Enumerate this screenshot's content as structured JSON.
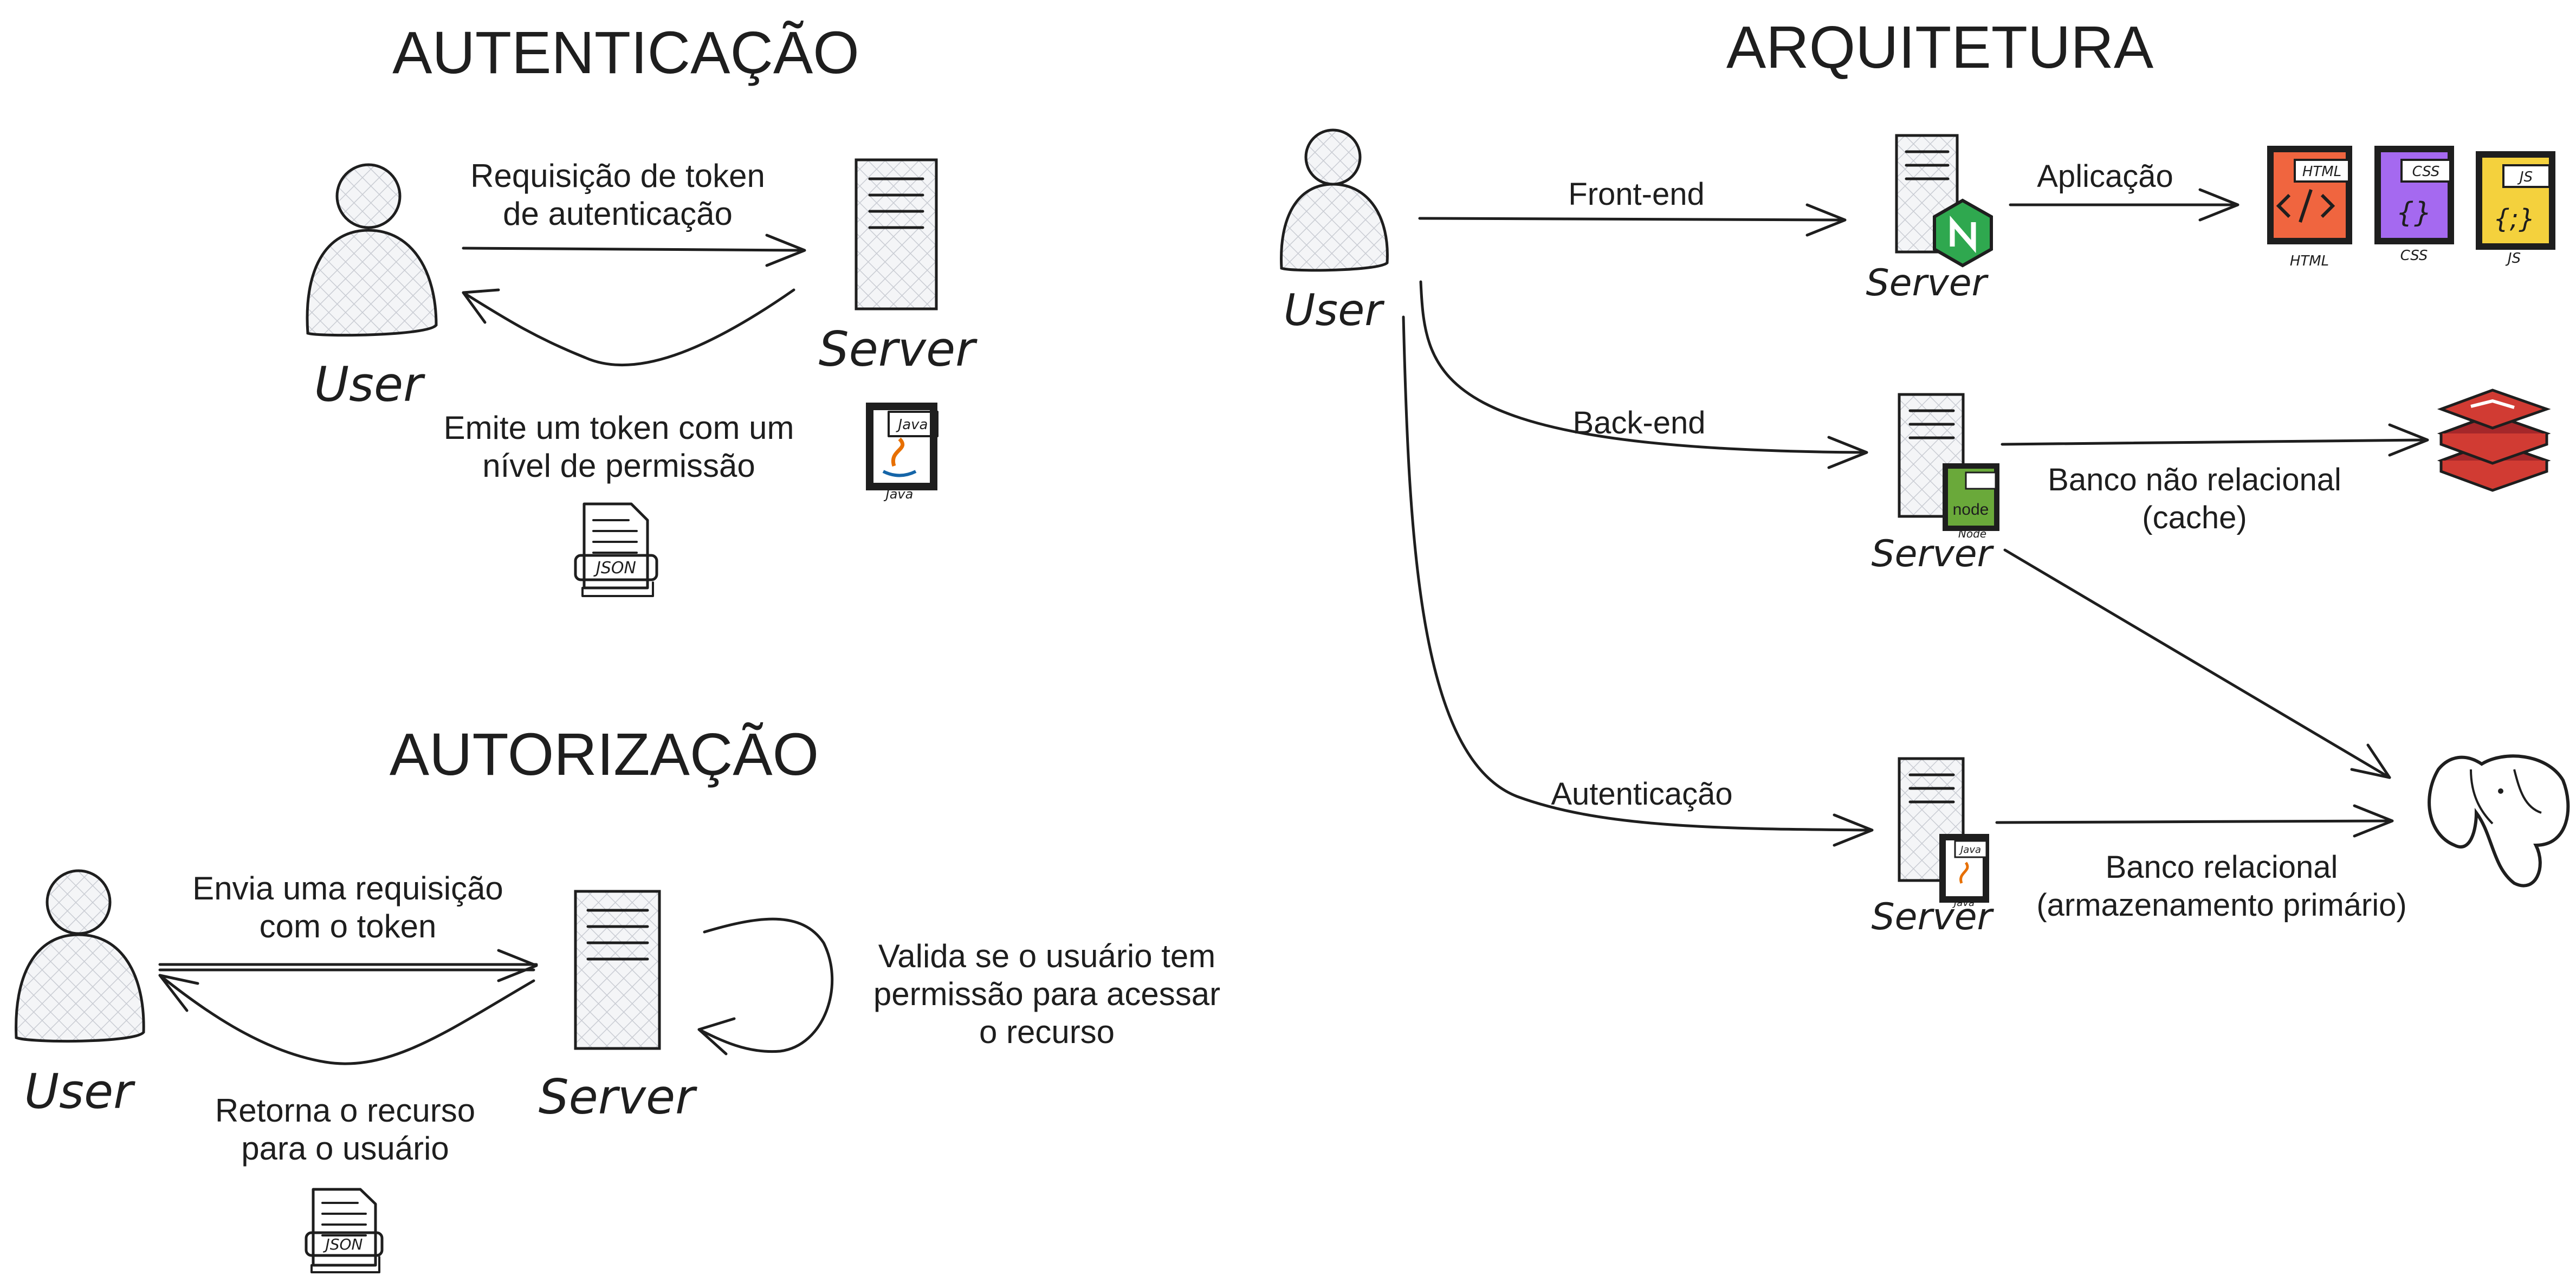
{
  "autenticacao": {
    "title": "AUTENTICAÇÃO",
    "user_label": "User",
    "server_label": "Server",
    "request_line1": "Requisição de token",
    "request_line2": "de autenticação",
    "response_line1": "Emite um token com um",
    "response_line2": "nível de permissão",
    "json_label": "JSON",
    "java_label": "Java"
  },
  "autorizacao": {
    "title": "AUTORIZAÇÃO",
    "user_label": "User",
    "server_label": "Server",
    "request_line1": "Envia uma requisição",
    "request_line2": "com o token",
    "response_line1": "Retorna o recurso",
    "response_line2": "para o usuário",
    "validate_line1": "Valida se o usuário tem",
    "validate_line2": "permissão para acessar",
    "validate_line3": "o recurso",
    "json_label": "JSON"
  },
  "arquitetura": {
    "title": "ARQUITETURA",
    "user_label": "User",
    "frontend_label": "Front-end",
    "backend_label": "Back-end",
    "auth_label": "Autenticação",
    "server_front_label": "Server",
    "server_back_label": "Server",
    "server_auth_label": "Server",
    "app_label": "Aplicação",
    "html_label": "HTML",
    "css_label": "CSS",
    "js_label": "JS",
    "html_tag": "HTML",
    "css_tag": "CSS",
    "js_tag": "JS",
    "nonrel_line1": "Banco não relacional",
    "nonrel_line2": "(cache)",
    "rel_line1": "Banco relacional",
    "rel_line2": "(armazenamento primário)",
    "node_label": "Node",
    "java_label": "Java"
  },
  "colors": {
    "stroke": "#1e1e1e",
    "html": "#f0653f",
    "css": "#a569f0",
    "js": "#f4d13d",
    "nginx": "#2fa84f",
    "node": "#6aa93a",
    "redis": "#d13b33"
  }
}
